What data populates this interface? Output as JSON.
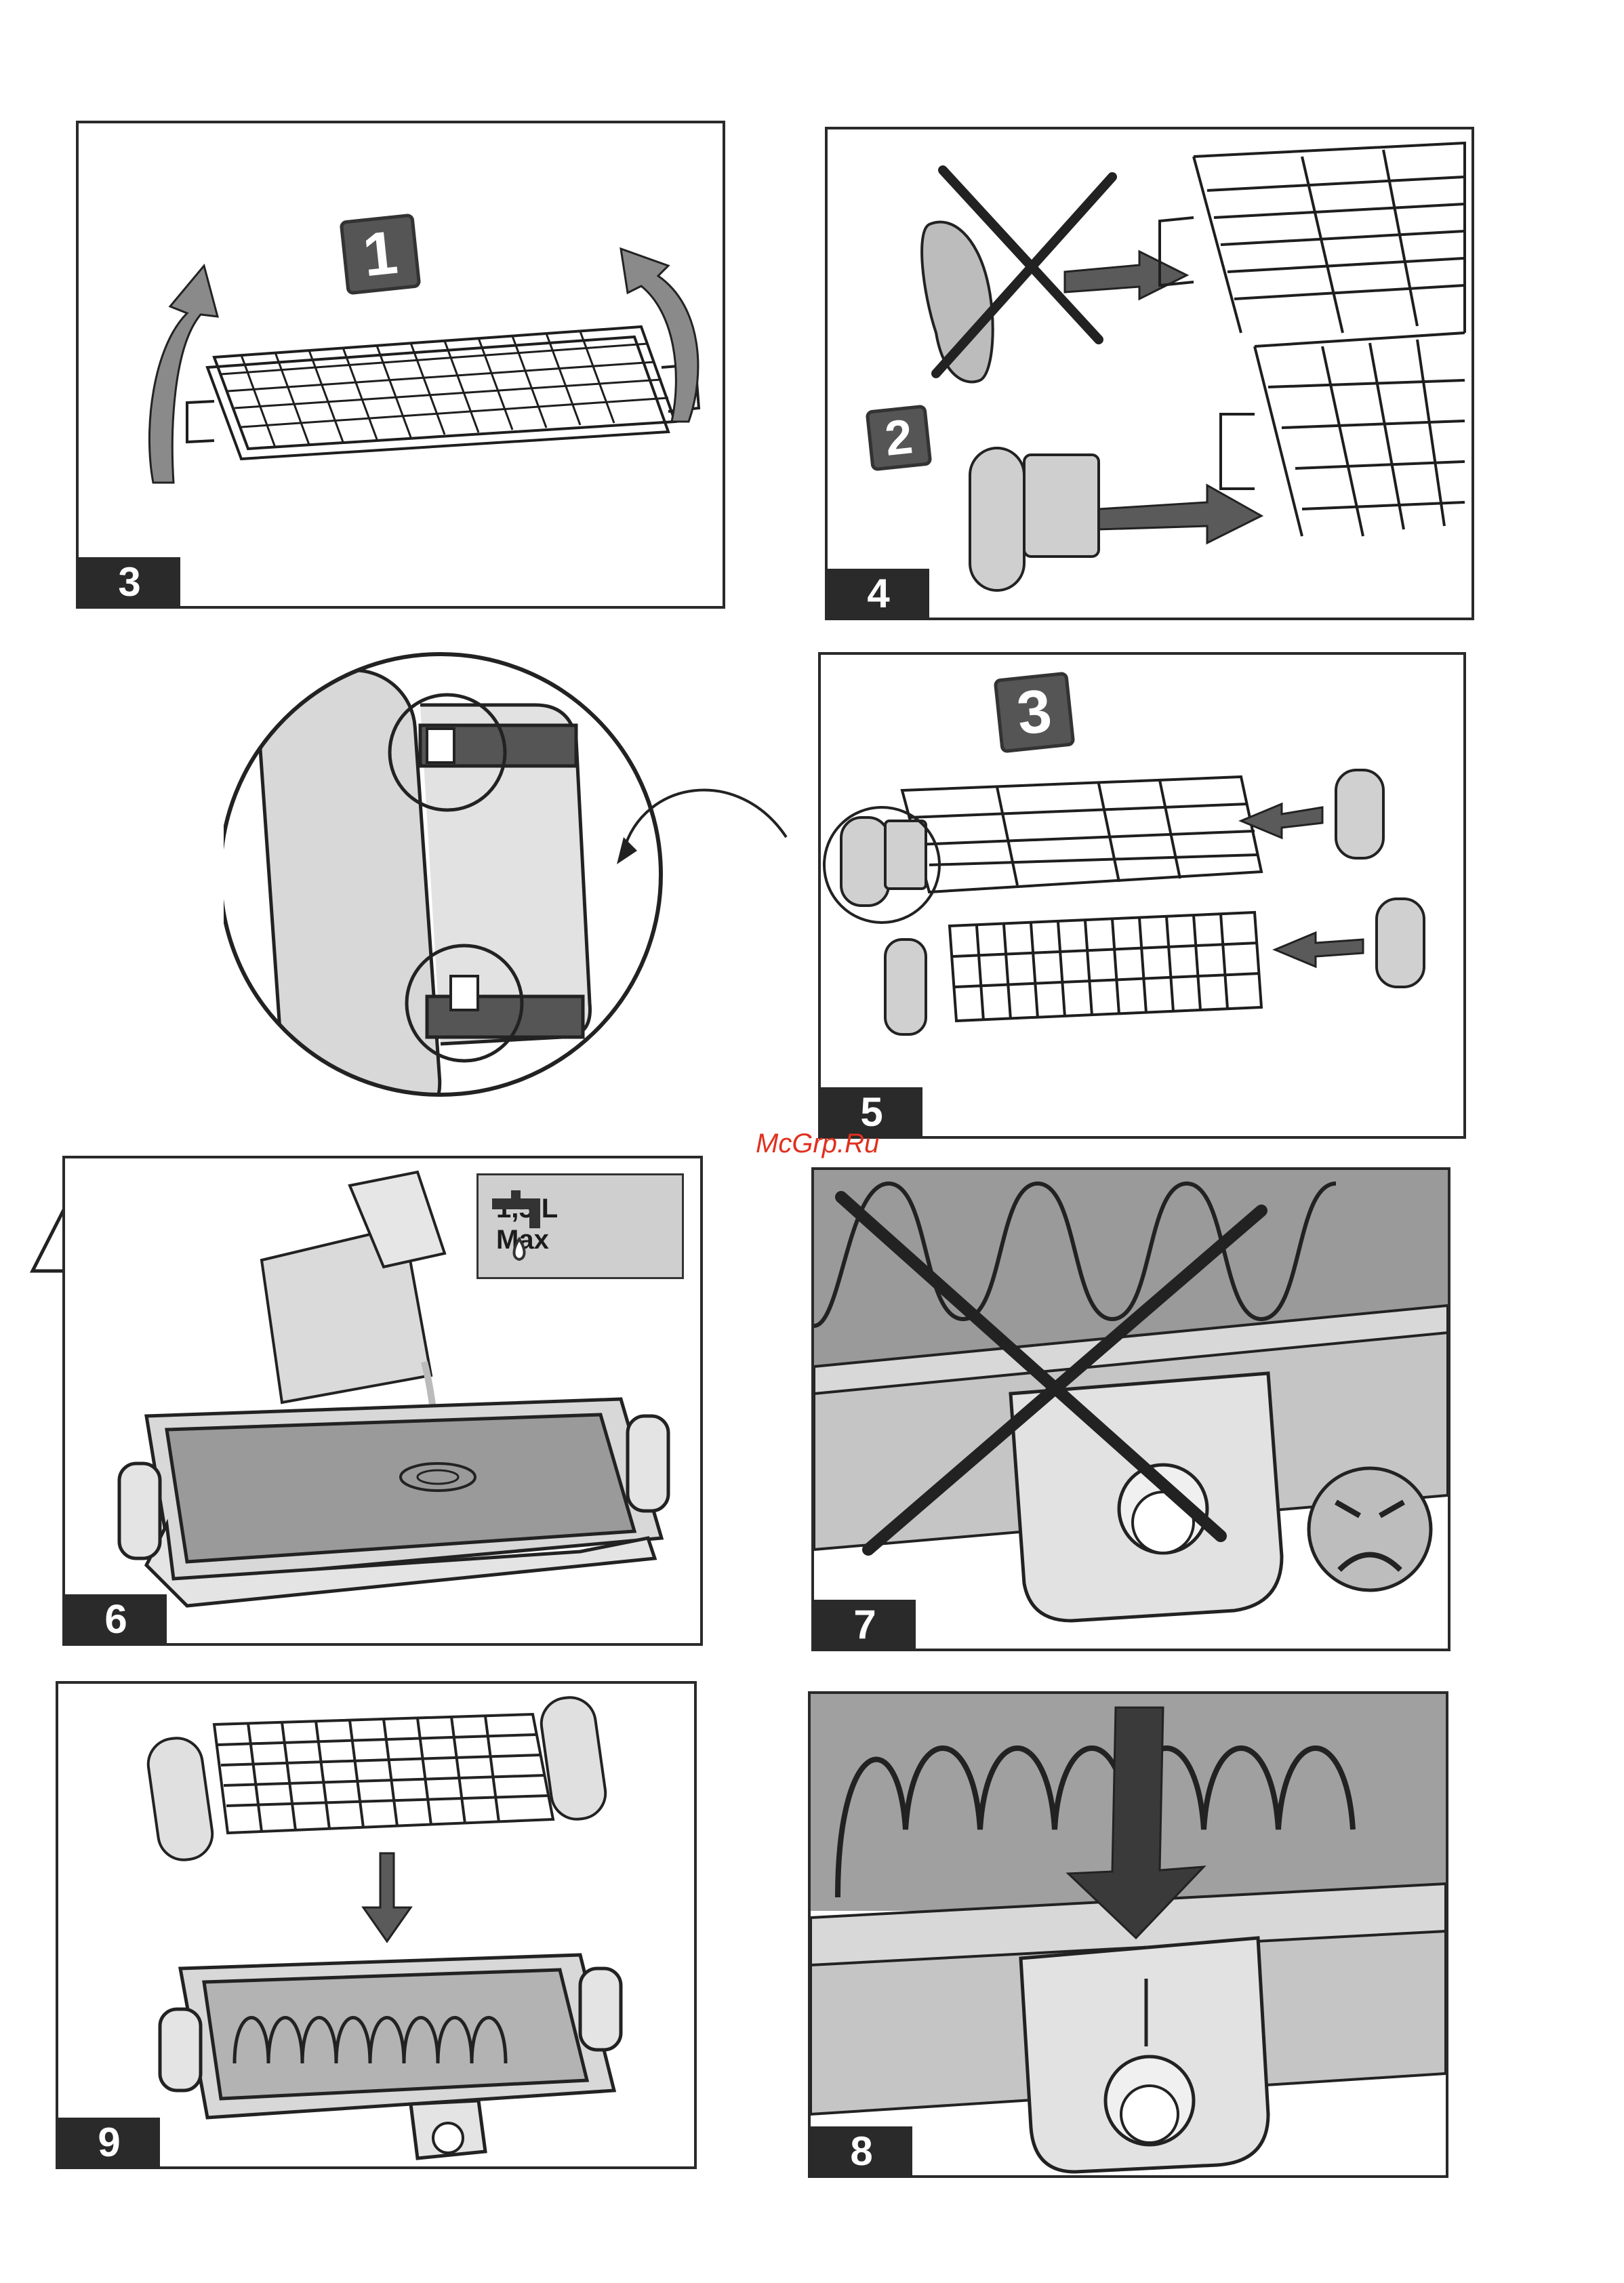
{
  "figures": [
    {
      "id": "3",
      "label": "3"
    },
    {
      "id": "4",
      "label": "4"
    },
    {
      "id": "5",
      "label": "5"
    },
    {
      "id": "6",
      "label": "6"
    },
    {
      "id": "7",
      "label": "7"
    },
    {
      "id": "8",
      "label": "8"
    },
    {
      "id": "9",
      "label": "9"
    }
  ],
  "steps": {
    "one": "1",
    "two": "2",
    "three": "3"
  },
  "water_capacity": {
    "volume": "1,5 L",
    "max": "Max"
  },
  "watermark": "McGrp.Ru",
  "icons": {
    "warning": "warning-triangle-icon",
    "tap": "water-tap-icon",
    "angry_face": "angry-face-icon",
    "cross": "cross-mark-icon",
    "arrow": "arrow-icon"
  },
  "colors": {
    "ink": "#2a2a2a",
    "gray": "#8a8a8a",
    "light": "#d6d6d6",
    "watermark": "#e0301e"
  }
}
